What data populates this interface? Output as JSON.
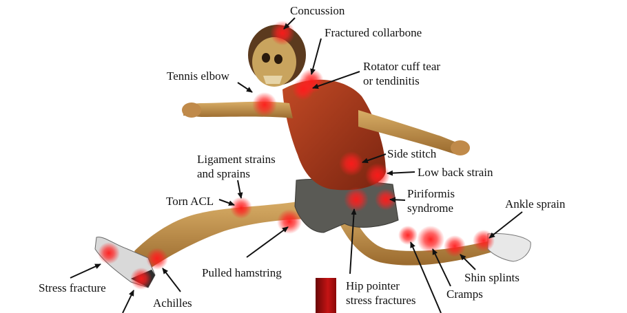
{
  "colors": {
    "background": "#ffffff",
    "skin": "#c79a56",
    "shirt": "#a23a1d",
    "shorts": "#5a5a55",
    "hotspot": "#ff1a1a",
    "arrow": "#111111",
    "hurdle": "#b01010"
  },
  "labels": {
    "concussion": "Concussion",
    "fractured_collarbone": "Fractured collarbone",
    "tennis_elbow": "Tennis elbow",
    "rotator_line1": "Rotator cuff tear",
    "rotator_line2": "or tendinitis",
    "side_stitch": "Side stitch",
    "low_back_strain": "Low back strain",
    "ligament_line1": "Ligament strains",
    "ligament_line2": "and sprains",
    "piriformis_line1": "Piriformis",
    "piriformis_line2": "syndrome",
    "torn_acl": "Torn ACL",
    "ankle_sprain": "Ankle sprain",
    "pulled_hamstring": "Pulled hamstring",
    "hip_line1": "Hip pointer",
    "hip_line2": "stress fractures",
    "shin_splints": "Shin splints",
    "cramps": "Cramps",
    "stress_fracture": "Stress fracture",
    "achilles": "Achilles"
  }
}
